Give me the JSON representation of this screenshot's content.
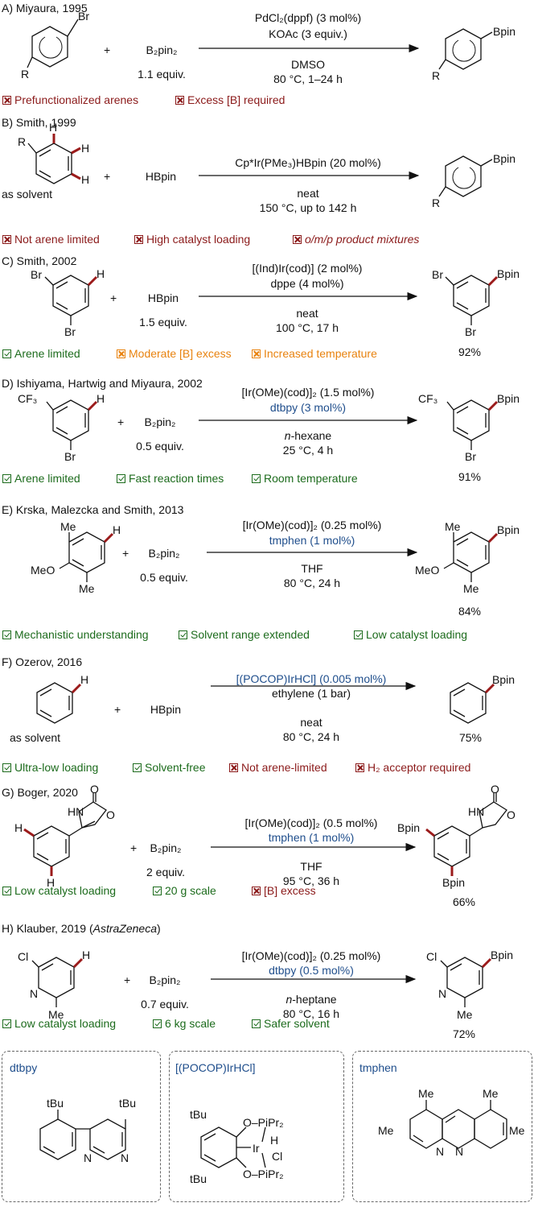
{
  "sections": [
    {
      "header": "A) Miyaura, 1995",
      "reagent": "B₂pin₂",
      "equiv": "1.1 equiv.",
      "cond_above": [
        "PdCl₂(dppf) (3 mol%)",
        "KOAc (3 equiv.)"
      ],
      "cond_below": [
        "DMSO",
        "80 °C, 1–24 h"
      ],
      "left_atoms": [
        "Br",
        "R"
      ],
      "right_atoms": [
        "Bpin",
        "R"
      ],
      "notes": [
        {
          "type": "con",
          "text": "Prefunctionalized arenes"
        },
        {
          "type": "con",
          "text": "Excess [B] required"
        }
      ]
    },
    {
      "header": "B) Smith, 1999",
      "reagent": "HBpin",
      "sub_label": "as solvent",
      "cond_above": [
        "Cp*Ir(PMe₃)HBpin (20 mol%)"
      ],
      "cond_below": [
        "neat",
        "150 °C, up to 142 h"
      ],
      "left_atoms": [
        "R",
        "H",
        "H",
        "H"
      ],
      "right_atoms": [
        "Bpin",
        "R"
      ],
      "notes": [
        {
          "type": "con",
          "text": "Not arene limited"
        },
        {
          "type": "con",
          "text": "High catalyst loading"
        },
        {
          "type": "con",
          "text": "o/m/p product mixtures"
        }
      ]
    },
    {
      "header": "C) Smith, 2002",
      "reagent": "HBpin",
      "equiv": "1.5 equiv.",
      "cond_above": [
        "[(Ind)Ir(cod)] (2 mol%)",
        "dppe (4 mol%)"
      ],
      "cond_below": [
        "neat",
        "100 °C, 17 h"
      ],
      "left_atoms": [
        "Br",
        "H",
        "Br"
      ],
      "right_atoms": [
        "Br",
        "Bpin",
        "Br"
      ],
      "yield": "92%",
      "notes": [
        {
          "type": "pro",
          "text": "Arene limited"
        },
        {
          "type": "warn",
          "text": "Moderate [B] excess"
        },
        {
          "type": "warn",
          "text": "Increased temperature"
        }
      ]
    },
    {
      "header": "D) Ishiyama, Hartwig and Miyaura, 2002",
      "reagent": "B₂pin₂",
      "equiv": "0.5 equiv.",
      "cond_above": [
        "[Ir(OMe)(cod)]₂ (1.5 mol%)",
        "dtbpy (3 mol%)"
      ],
      "cond_below": [
        "n-hexane",
        "25 °C, 4 h"
      ],
      "left_atoms": [
        "CF₃",
        "H",
        "Br"
      ],
      "right_atoms": [
        "CF₃",
        "Bpin",
        "Br"
      ],
      "yield": "91%",
      "notes": [
        {
          "type": "pro",
          "text": "Arene limited"
        },
        {
          "type": "pro",
          "text": "Fast reaction times"
        },
        {
          "type": "pro",
          "text": "Room temperature"
        }
      ]
    },
    {
      "header": "E) Krska, Malezcka and Smith, 2013",
      "reagent": "B₂pin₂",
      "equiv": "0.5 equiv.",
      "cond_above": [
        "[Ir(OMe)(cod)]₂ (0.25 mol%)",
        "tmphen (1 mol%)"
      ],
      "cond_below": [
        "THF",
        "80 °C, 24 h"
      ],
      "left_atoms": [
        "Me",
        "MeO",
        "Me",
        "H"
      ],
      "right_atoms": [
        "Me",
        "MeO",
        "Me",
        "Bpin"
      ],
      "yield": "84%",
      "notes": [
        {
          "type": "pro",
          "text": "Mechanistic understanding"
        },
        {
          "type": "pro",
          "text": "Solvent range extended"
        },
        {
          "type": "pro",
          "text": "Low catalyst loading"
        }
      ]
    },
    {
      "header": "F) Ozerov, 2016",
      "reagent": "HBpin",
      "sub_label": "as solvent",
      "cond_above": [
        "[(POCOP)IrHCl] (0.005 mol%)",
        "ethylene (1 bar)"
      ],
      "cond_below": [
        "neat",
        "80 °C, 24 h"
      ],
      "left_atoms": [
        "H"
      ],
      "right_atoms": [
        "Bpin"
      ],
      "yield": "75%",
      "notes": [
        {
          "type": "pro",
          "text": "Ultra-low loading"
        },
        {
          "type": "pro",
          "text": "Solvent-free"
        },
        {
          "type": "con",
          "text": "Not arene-limited"
        },
        {
          "type": "con",
          "text": "H₂ acceptor required"
        }
      ]
    },
    {
      "header": "G) Boger, 2020",
      "reagent": "B₂pin₂",
      "equiv": "2 equiv.",
      "cond_above": [
        "[Ir(OMe)(cod)]₂ (0.5 mol%)",
        "tmphen (1 mol%)"
      ],
      "cond_below": [
        "THF",
        "95 °C, 36 h"
      ],
      "left_atoms": [
        "H",
        "HN",
        "O",
        "O",
        "H"
      ],
      "right_atoms": [
        "Bpin",
        "HN",
        "O",
        "O",
        "Bpin"
      ],
      "yield": "66%",
      "notes": [
        {
          "type": "pro",
          "text": "Low catalyst loading"
        },
        {
          "type": "pro",
          "text": "20 g scale"
        },
        {
          "type": "con",
          "text": "[B] excess"
        }
      ]
    },
    {
      "header": "H) Klauber, 2019 (AstraZeneca)",
      "header_main": "H) Klauber, 2019 (",
      "header_ital": "AstraZeneca",
      "header_end": ")",
      "reagent": "B₂pin₂",
      "equiv": "0.7 equiv.",
      "cond_above": [
        "[Ir(OMe)(cod)]₂ (0.25 mol%)",
        "dtbpy (0.5 mol%)"
      ],
      "cond_below": [
        "n-heptane",
        "80 °C, 16 h"
      ],
      "left_atoms": [
        "Cl",
        "H",
        "N",
        "Me"
      ],
      "right_atoms": [
        "Cl",
        "Bpin",
        "N",
        "Me"
      ],
      "yield": "72%",
      "notes": [
        {
          "type": "pro",
          "text": "Low catalyst loading"
        },
        {
          "type": "pro",
          "text": "6 kg scale"
        },
        {
          "type": "pro",
          "text": "Safer solvent"
        }
      ]
    }
  ],
  "ligand_boxes": [
    {
      "title": "dtbpy",
      "atoms": [
        "tBu",
        "tBu",
        "N",
        "N"
      ]
    },
    {
      "title": "[(POCOP)IrHCl]",
      "atoms": [
        "tBu",
        "O–PiPr₂",
        "Ir",
        "H",
        "Cl",
        "tBu",
        "O–PiPr₂"
      ]
    },
    {
      "title": "tmphen",
      "atoms": [
        "Me",
        "Me",
        "Me",
        "Me",
        "N",
        "N"
      ]
    }
  ],
  "colors": {
    "con": "#8b1a1a",
    "pro": "#1c6b1c",
    "warn": "#e8820e",
    "ligand": "#1f4e8c",
    "bond_highlight": "#9b1b1b"
  }
}
